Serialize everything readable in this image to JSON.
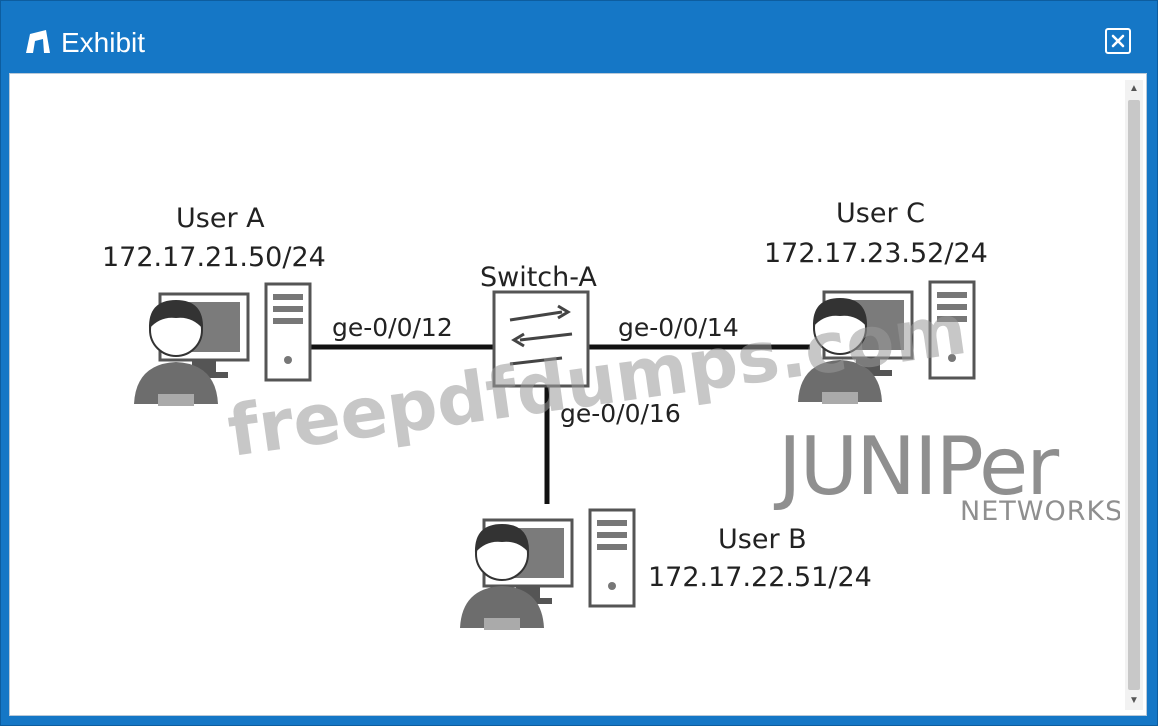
{
  "window": {
    "title": "Exhibit",
    "title_icon": "exhibit-icon",
    "close_icon": "close-icon",
    "accent_color": "#1577c6"
  },
  "diagram": {
    "switch": {
      "name": "Switch-A"
    },
    "users": [
      {
        "name": "User A",
        "ip": "172.17.21.50/24",
        "port": "ge-0/0/12"
      },
      {
        "name": "User B",
        "ip": "172.17.22.51/24",
        "port": "ge-0/0/16"
      },
      {
        "name": "User C",
        "ip": "172.17.23.52/24",
        "port": "ge-0/0/14"
      }
    ]
  },
  "watermark": {
    "text": "freepdfdumps.com"
  },
  "brand": {
    "name": "JUNIPer",
    "sub": "NETWORKS",
    "mark": "®"
  }
}
